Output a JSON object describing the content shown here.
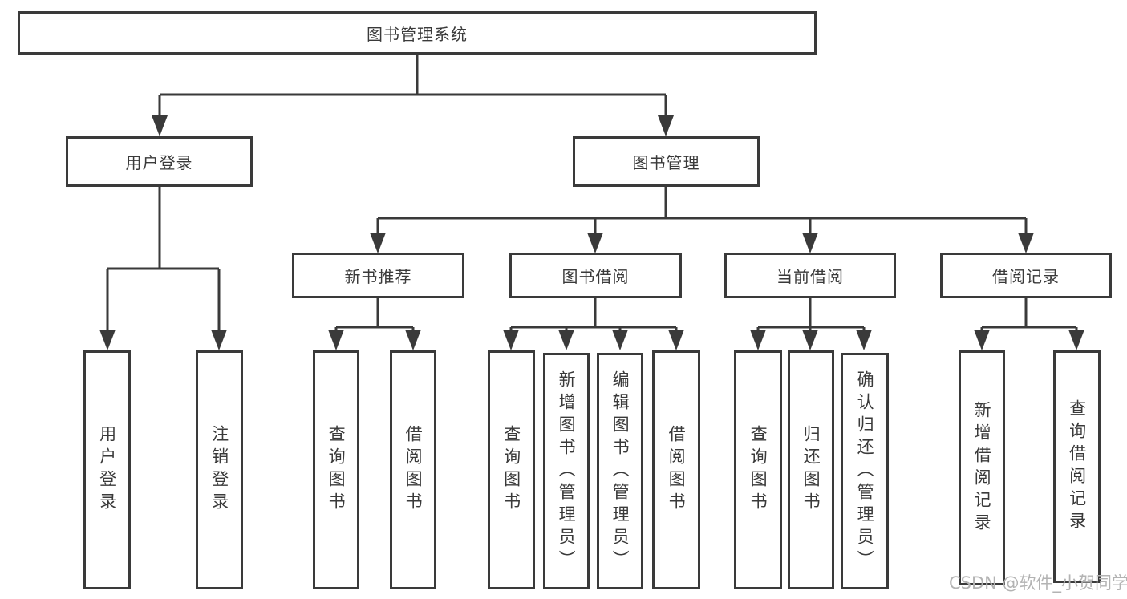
{
  "title": "图书管理系统",
  "colors": {
    "line": "#3a3a3a",
    "text": "#3a3a3a",
    "box_background": "#ffffff",
    "page_background": "#ffffff",
    "watermark": "#b3b3b3"
  },
  "nodes": {
    "root": "图书管理系统",
    "user_login": "用户登录",
    "book_management": "图书管理",
    "new_book_recommend": "新书推荐",
    "book_borrow": "图书借阅",
    "current_borrow": "当前借阅",
    "borrow_records": "借阅记录",
    "login_user_login": "用户登录",
    "login_logout": "注销登录",
    "recommend_query_books": "查询图书",
    "recommend_borrow_books": "借阅图书",
    "borrow_query_books": "查询图书",
    "borrow_add_books": "新增图书（管理员）",
    "borrow_edit_books": "编辑图书（管理员）",
    "borrow_borrow_books": "借阅图书",
    "current_query_books": "查询图书",
    "current_return_books": "归还图书",
    "current_confirm_return": "确认归还（管理员）",
    "records_add_record": "新增借阅记录",
    "records_query_record": "查询借阅记录"
  },
  "edges": [
    [
      "root",
      "user_login"
    ],
    [
      "root",
      "book_management"
    ],
    [
      "user_login",
      "login_user_login"
    ],
    [
      "user_login",
      "login_logout"
    ],
    [
      "book_management",
      "new_book_recommend"
    ],
    [
      "book_management",
      "book_borrow"
    ],
    [
      "book_management",
      "current_borrow"
    ],
    [
      "book_management",
      "borrow_records"
    ],
    [
      "new_book_recommend",
      "recommend_query_books"
    ],
    [
      "new_book_recommend",
      "recommend_borrow_books"
    ],
    [
      "book_borrow",
      "borrow_query_books"
    ],
    [
      "book_borrow",
      "borrow_add_books"
    ],
    [
      "book_borrow",
      "borrow_edit_books"
    ],
    [
      "book_borrow",
      "borrow_borrow_books"
    ],
    [
      "current_borrow",
      "current_query_books"
    ],
    [
      "current_borrow",
      "current_return_books"
    ],
    [
      "current_borrow",
      "current_confirm_return"
    ],
    [
      "borrow_records",
      "records_add_record"
    ],
    [
      "borrow_records",
      "records_query_record"
    ]
  ],
  "watermark": "CSDN @软件_小贺同学"
}
